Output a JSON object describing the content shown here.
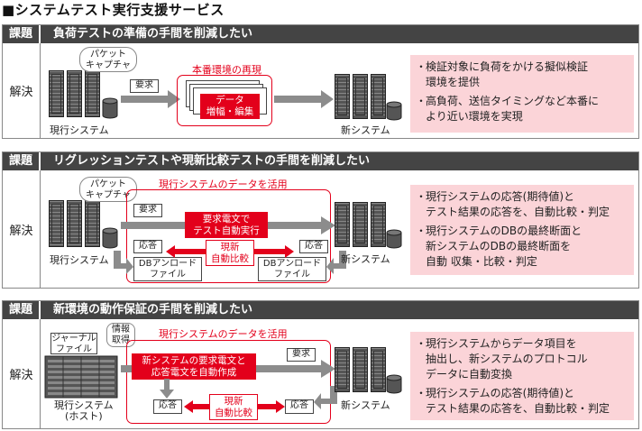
{
  "page_title": "■システムテスト実行支援サービス",
  "header_key": "課題",
  "solution_key": "解決",
  "colors": {
    "accent_red": "#e3001b",
    "header_bg": "#444444",
    "pink": "#fbd4d8",
    "arrow_gray": "#8c8c8c"
  },
  "panel1": {
    "issue": "負荷テストの準備の手間を削減したい",
    "capture": "パケット\nキャプチャ",
    "request": "要求",
    "reproduce": "本番環境の再現",
    "data_box": "データ\n増幅・編集",
    "current_system": "現行システム",
    "new_system": "新システム",
    "bullets": [
      "検証対象に負荷をかける擬似検証\n環境を提供",
      "高負荷、送信タイミングなど本番に\nより近い環境を実現"
    ]
  },
  "panel2": {
    "issue": "リグレッションテストや現新比較テストの手間を削減したい",
    "capture": "パケット\nキャプチャ",
    "use_data": "現行システムのデータを活用",
    "request": "要求",
    "auto_exec": "要求電文で\nテスト自動実行",
    "response_left": "応答",
    "response_right": "応答",
    "compare": "現新\n自動比較",
    "db_unload_left": "DBアンロード\nファイル",
    "db_unload_right": "DBアンロード\nファイル",
    "current_system": "現行システム",
    "new_system": "新システム",
    "bullets": [
      "現行システムの応答(期待値)と\nテスト結果の応答を、自動比較・判定",
      "現行システムのDBの最終断面と\n新システムのDBの最終断面を\n自動 収集・比較・判定"
    ]
  },
  "panel3": {
    "issue": "新環境の動作保証の手間を削減したい",
    "info": "情報\n取得",
    "journal": "ジャーナル\nファイル",
    "use_data": "現行システムのデータを活用",
    "request": "要求",
    "auto_create": "新システムの要求電文と\n応答電文を自動作成",
    "response_left": "応答",
    "response_right": "応答",
    "compare": "現新\n自動比較",
    "current_system": "現行システム\n(ホスト)",
    "new_system": "新システム",
    "bullets": [
      "現行システムからデータ項目を\n抽出し、新システムのプロトコル\nデータに自動変換",
      "現行システムの応答(期待値)と\nテスト結果の応答を、自動比較・判定"
    ]
  }
}
